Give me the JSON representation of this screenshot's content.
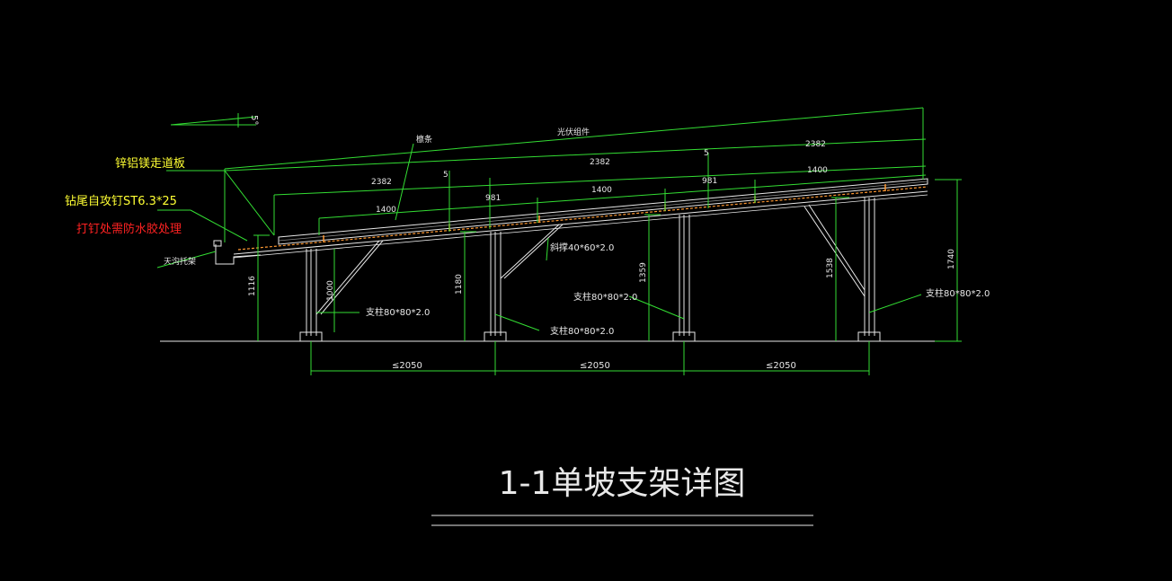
{
  "title": "1-1单坡支架详图",
  "colors": {
    "background": "#000000",
    "dimension_green": "#33dd33",
    "structure_white": "#e8e8e8",
    "label_yellow": "#ffff33",
    "label_red": "#ff2222",
    "panel_orange": "#ff9933"
  },
  "callouts": {
    "walkway": "锌铝镁走道板",
    "screw": "钻尾自攻钉ST6.3*25",
    "sealant": "打钉处需防水胶处理",
    "gutter": "天沟托架",
    "purlin": "檩条",
    "panel": "光伏组件",
    "brace": "斜撑40*60*2.0",
    "col1": "支柱80*80*2.0",
    "col2": "支柱80*80*2.0",
    "col3": "支柱80*80*2.0",
    "col4": "支柱80*80*2.0"
  },
  "dims": {
    "d_top1": "2382",
    "d_top2": "2382",
    "d_top3": "2382",
    "d_slope1": "5",
    "d_slope2": "5",
    "d_981a": "981",
    "d_981b": "981",
    "d_1400a": "1400",
    "d_1400b": "1400",
    "d_1400c": "1400",
    "h1": "1116",
    "h2": "1000",
    "h3": "1180",
    "h4": "1359",
    "h5": "1538",
    "h6": "1740",
    "span1": "≤2050",
    "span2": "≤2050",
    "span3": "≤2050",
    "angle": "5°"
  }
}
